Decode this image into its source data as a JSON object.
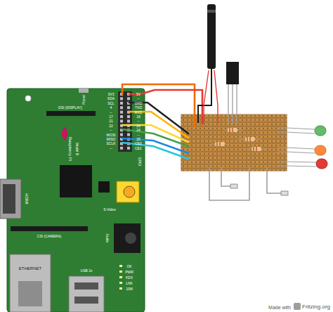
{
  "diagram": {
    "labels": [
      "Power",
      "DSI (DISPLAY)",
      "Raspberry Pi",
      "Model B",
      "3V3",
      "SDA",
      "SCL",
      "4",
      "--",
      "17",
      "21",
      "22",
      "--",
      "MOSI",
      "MISO",
      "SCLK",
      "--",
      "5V",
      "--",
      "GND",
      "TXD",
      "RXD",
      "18",
      "--",
      "23",
      "24",
      "--",
      "25",
      "CE0",
      "CE1",
      "GPIO",
      "HDMI",
      "S-Video",
      "CSI (CAMERA)",
      "Audio",
      "ETHERNET",
      "USB 2x",
      "OK",
      "PWR",
      "FDX",
      "LNK",
      "10M",
      "Made with",
      "Fritzing.org"
    ]
  }
}
